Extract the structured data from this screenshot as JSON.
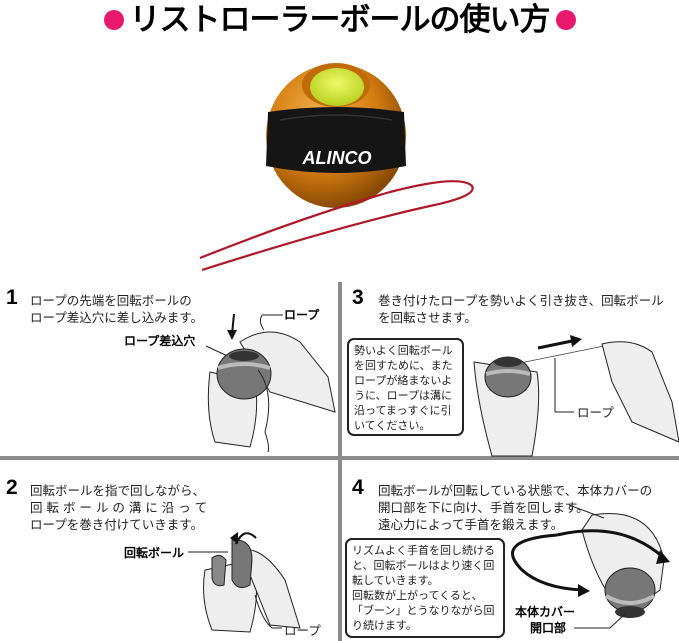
{
  "title": {
    "text": "リストローラーボールの使い方",
    "accent_color": "#e8186f"
  },
  "product": {
    "brand_label": "ALINCO",
    "ball_color": "#d9820f",
    "band_color": "#151515",
    "inner_color": "#d8ef3a",
    "rope_color": "#b0182a"
  },
  "steps": [
    {
      "number": "1",
      "text": "ロープの先端を回転ボールの\nロープ差込穴に差し込みます。",
      "labels": [
        "ロープ差込穴",
        "ロープ"
      ]
    },
    {
      "number": "2",
      "text": "回転ボールを指で回しながら、\n回 転 ボ ー ル の 溝 に 沿 っ て\nロープを巻き付けていきます。",
      "labels": [
        "回転ボール",
        "ロープ"
      ]
    },
    {
      "number": "3",
      "text": "巻き付けたロープを勢いよく引き抜き、回転ボール\nを回転させます。",
      "note": "勢いよく回転ボール\nを回すために、また\nロープが絡まないよ\nうに、ロープは溝に\n沿ってまっすぐに引\nいてください。",
      "labels": [
        "ロープ"
      ]
    },
    {
      "number": "4",
      "text": "回転ボールが回転している状態で、本体カバーの\n開口部を下に向け、手首を回します。\n遠心力によって手首を鍛えます。",
      "note": "リズムよく手首を回し続ける\nと、回転ボールはより速く回\n転していきます。\n回転数が上がってくると、\n「ブーン」とうなりながら回\nり続けます。",
      "labels": [
        "本体カバー",
        "開口部"
      ]
    }
  ],
  "divider_color": "#8c8c8c"
}
